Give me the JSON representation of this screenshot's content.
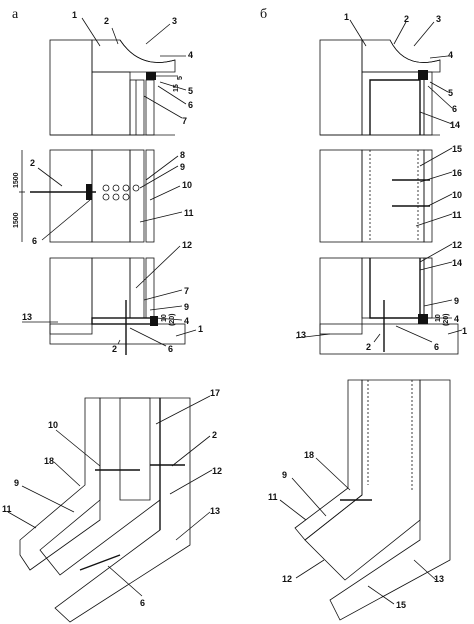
{
  "panels": [
    {
      "letter": "а"
    },
    {
      "letter": "б"
    }
  ],
  "callouts": {
    "a_top": [
      "1",
      "2",
      "3",
      "4",
      "5",
      "6",
      "7"
    ],
    "a_mid": [
      "2",
      "8",
      "9",
      "10",
      "11",
      "6"
    ],
    "a_bot": [
      "12",
      "7",
      "9",
      "4",
      "1",
      "13",
      "2",
      "6"
    ],
    "a_corner": [
      "17",
      "10",
      "2",
      "18",
      "12",
      "9",
      "13",
      "11",
      "6"
    ],
    "b_top": [
      "1",
      "2",
      "3",
      "4",
      "5",
      "6",
      "14"
    ],
    "b_mid": [
      "15",
      "16",
      "10",
      "11"
    ],
    "b_bot": [
      "12",
      "14",
      "9",
      "4",
      "1",
      "13",
      "2",
      "6"
    ],
    "b_corner": [
      "18",
      "9",
      "11",
      "13",
      "12",
      "15"
    ]
  },
  "dimensions": {
    "spacing_a": "1500",
    "spacing_b": "1500",
    "gap_top": "15",
    "gap_top_b": "5",
    "gap_bot_a": "10",
    "gap_bot_a2": "(20)",
    "gap_bot_b": "10",
    "gap_bot_b2": "(20)"
  },
  "colors": {
    "ink": "#111111",
    "paper": "#ffffff",
    "facing": "#444444"
  }
}
